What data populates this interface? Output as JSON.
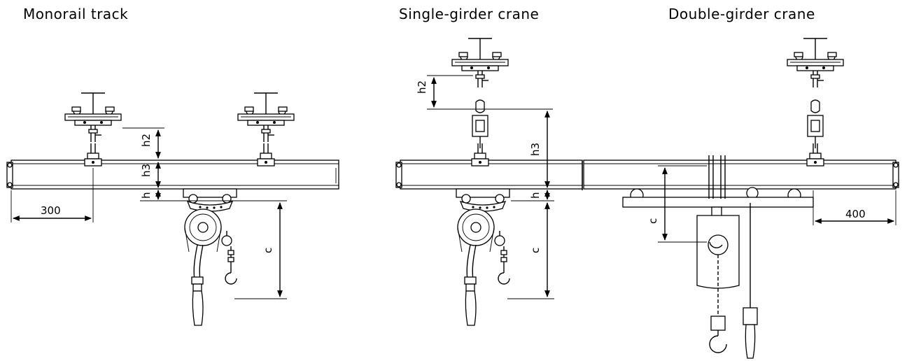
{
  "titles": {
    "monorail": "Monorail track",
    "single": "Single-girder crane",
    "double": "Double-girder crane"
  },
  "dims": {
    "h2": "h2",
    "h3": "h3",
    "h": "h",
    "c": "c",
    "d300": "300",
    "d400": "400"
  }
}
